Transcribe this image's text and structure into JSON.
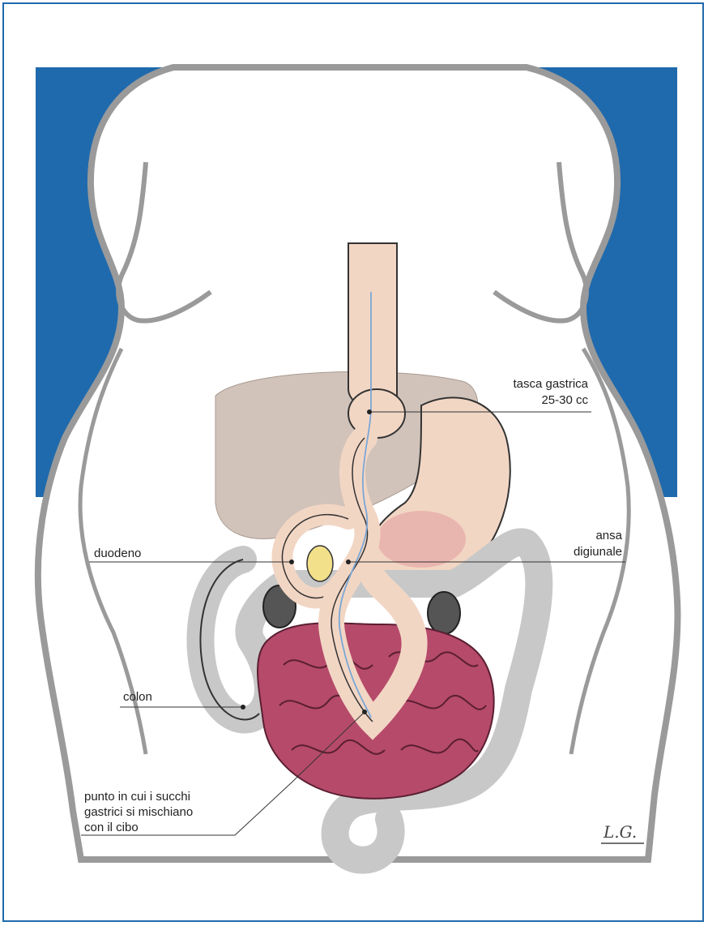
{
  "labels": {
    "pouch_line1": "tasca gastrica",
    "pouch_line2": "25-30 cc",
    "duodenum": "duodeno",
    "loop_line1": "ansa",
    "loop_line2": "digiunale",
    "colon": "colon",
    "junction_line1": "punto in cui i succhi",
    "junction_line2": "gastrici si mischiano",
    "junction_line3": "con il cibo"
  },
  "signature": "L.G.",
  "colors": {
    "frame": "#1f6aad",
    "background_blue": "#1f6aad",
    "body_outline": "#9a9a9a",
    "liver": "#c9b8ae",
    "stomach": "#f2d6c4",
    "small_intestine": "#b64a6a",
    "colon": "#c8c8c8",
    "kidney": "#555555",
    "gallbladder": "#f2e08a"
  }
}
